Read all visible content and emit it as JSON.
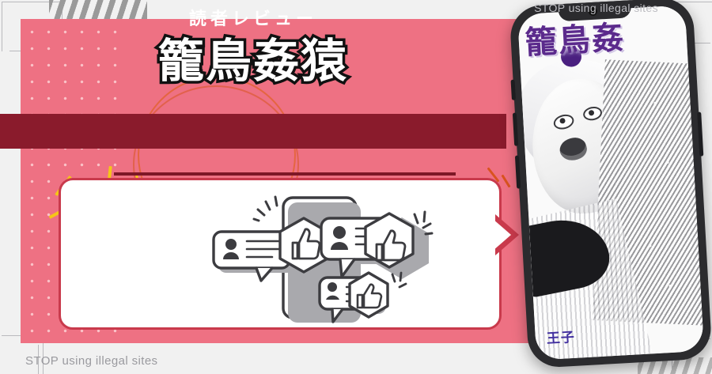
{
  "page": {
    "title_main": "籠鳥姦猿",
    "banner_label": "読者レビュー"
  },
  "watermarks": {
    "bottom_left": "STOP using illegal sites",
    "top_right": "STOP using illegal sites"
  },
  "phone": {
    "manga_cover_title": "籠鳥姦",
    "manga_cover_footer": "王子"
  },
  "review_card": {
    "bubbles": [
      {
        "id": "bubble-left",
        "lines": 3,
        "reaction": "thumbs-up"
      },
      {
        "id": "bubble-top",
        "lines": 3,
        "reaction": "thumbs-up"
      },
      {
        "id": "bubble-bottom",
        "lines": 2,
        "reaction": "thumbs-up"
      }
    ],
    "device_outline": "smartphone"
  },
  "colors": {
    "pink_panel": "#ee7183",
    "banner_dark_red": "#8a1b2c",
    "card_border": "#c93a4c",
    "accent_orange": "#e2622a",
    "accent_yellow": "#f5c518",
    "manga_purple": "#5b2a8c",
    "page_background": "#f1f1f1"
  }
}
